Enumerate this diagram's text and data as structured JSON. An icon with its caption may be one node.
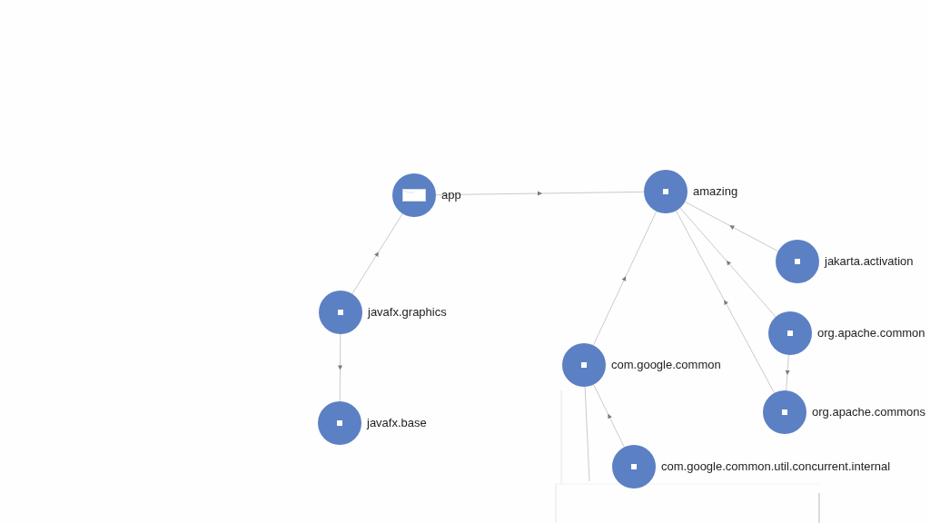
{
  "diagram": {
    "nodes": [
      {
        "text": [
          "app"
        ]
      },
      {
        "text": [
          "amazing"
        ]
      },
      {
        "text": [
          "jakarta.activation"
        ]
      },
      {
        "text": [
          "javafx.graphics"
        ]
      },
      {
        "text": [
          "org.apache.common"
        ]
      },
      {
        "text": [
          "com.google.common"
        ]
      },
      {
        "text": [
          "org.apache.commons"
        ]
      },
      {
        "text": [
          "javafx.base"
        ]
      },
      {
        "text": [
          "com.google.common.util.concurrent.internal"
        ]
      }
    ],
    "edges": [
      {
        "from": 0,
        "to": 1,
        "arrow": "to"
      },
      {
        "from": 3,
        "to": 0,
        "arrow": "to"
      },
      {
        "from": 2,
        "to": 1,
        "arrow": "to"
      },
      {
        "from": 4,
        "to": 1,
        "arrow": "to"
      },
      {
        "from": 6,
        "to": 1,
        "arrow": "to"
      },
      {
        "from": 5,
        "to": 1,
        "arrow": "to"
      },
      {
        "from": 3,
        "to": 7,
        "arrow": "to"
      },
      {
        "from": 4,
        "to": 6,
        "arrow": "to"
      },
      {
        "from": 8,
        "to": 5,
        "arrow": "to"
      },
      {
        "from": 5,
        "to": null,
        "arrow": "none"
      }
    ]
  }
}
